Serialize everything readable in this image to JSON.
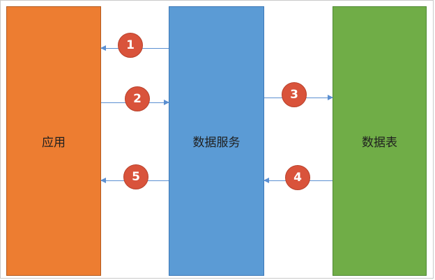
{
  "colors": {
    "app_fill": "#ed7d31",
    "service_fill": "#5b9bd5",
    "table_fill": "#70ad47",
    "step_fill": "#d9533b",
    "arrow": "#5b8fd1"
  },
  "boxes": {
    "app": {
      "label": "应用"
    },
    "service": {
      "label": "数据服务"
    },
    "table": {
      "label": "数据表"
    }
  },
  "steps": [
    {
      "number": "1",
      "direction": "service-to-app"
    },
    {
      "number": "2",
      "direction": "app-to-service"
    },
    {
      "number": "3",
      "direction": "service-to-table"
    },
    {
      "number": "4",
      "direction": "table-to-service"
    },
    {
      "number": "5",
      "direction": "service-to-app"
    }
  ]
}
